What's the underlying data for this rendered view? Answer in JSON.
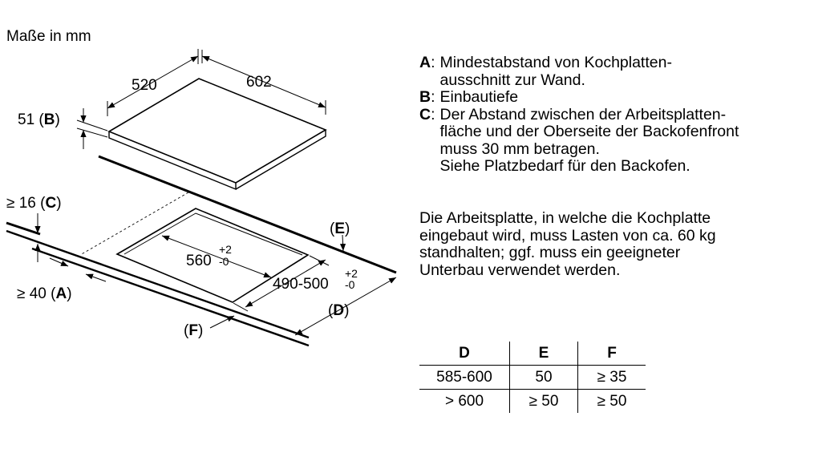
{
  "units_caption": "Maße in mm",
  "drawing": {
    "hob_width": "602",
    "hob_depth": "520",
    "hob_height_value": "51",
    "hob_height_key": "B",
    "cutout_width": "560",
    "cutout_width_tol_upper": "+2",
    "cutout_width_tol_lower": "-0",
    "cutout_depth": "490-500",
    "cutout_depth_tol_upper": "+2",
    "cutout_depth_tol_lower": "-0",
    "min_thickness_value": "≥ 16",
    "min_thickness_key": "C",
    "min_wall_value": "≥ 40",
    "min_wall_key": "A",
    "label_d": "D",
    "label_e": "E",
    "label_f": "F"
  },
  "legend": [
    {
      "key": "A",
      "text": "Mindestabstand von Kochplatten-\nausschnitt zur Wand."
    },
    {
      "key": "B",
      "text": "Einbautiefe"
    },
    {
      "key": "C",
      "text": "Der Abstand zwischen der Arbeitsplatten-\nfläche und der Oberseite der Backofenfront\nmuss 30 mm betragen.\nSiehe Platzbedarf für den Backofen."
    }
  ],
  "note": "Die Arbeitsplatte, in welche die Kochplatte\neingebaut wird, muss Lasten von ca. 60 kg\nstandhalten; ggf. muss ein geeigneter\nUnterbau verwendet werden.",
  "table": {
    "headers": [
      "D",
      "E",
      "F"
    ],
    "rows": [
      [
        "585-600",
        "50",
        "≥ 35"
      ],
      [
        "> 600",
        "≥ 50",
        "≥ 50"
      ]
    ]
  }
}
